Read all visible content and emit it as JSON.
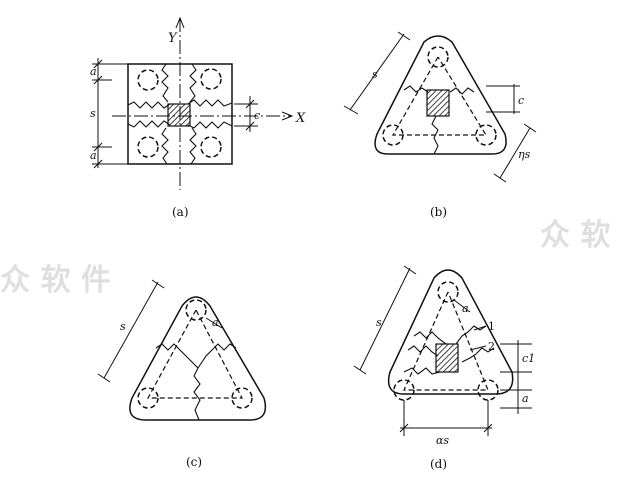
{
  "panels": {
    "a": {
      "caption": "(a)",
      "axis_y": "Y",
      "axis_x": "X",
      "dims": {
        "a_top": "a",
        "s": "s",
        "a_bottom": "a",
        "c": "c"
      }
    },
    "b": {
      "caption": "(b)",
      "dims": {
        "s": "s",
        "c": "c",
        "eta_s": "ηs"
      }
    },
    "c": {
      "caption": "(c)",
      "dims": {
        "s": "s",
        "a": "a"
      }
    },
    "d": {
      "caption": "(d)",
      "dims": {
        "s": "s",
        "a_top": "a",
        "line1": "1",
        "line2": "2",
        "c1": "c1",
        "a_right": "a",
        "alpha_s": "αs"
      }
    }
  },
  "watermark": {
    "text": "众 软 件"
  },
  "colors": {
    "ink": "#111111",
    "watermark": "#b9b9b9"
  }
}
